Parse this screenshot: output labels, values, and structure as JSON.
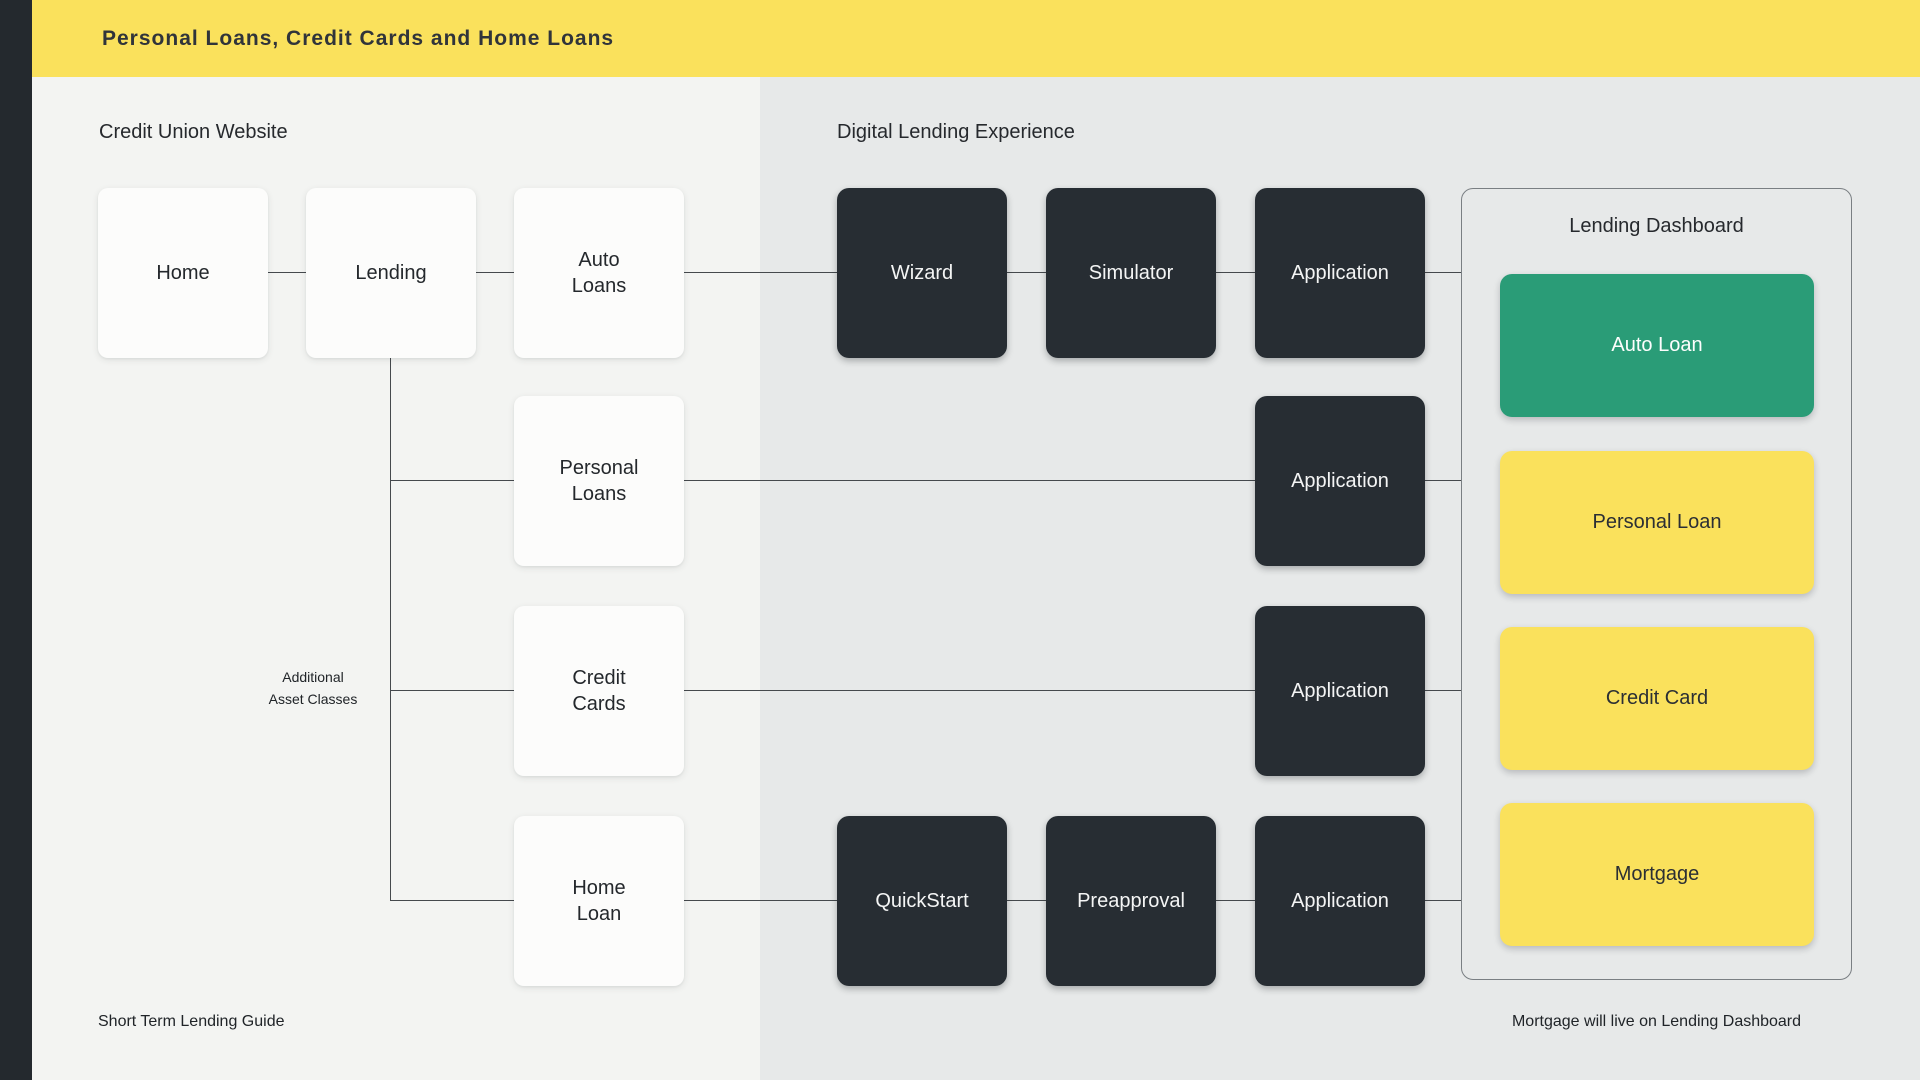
{
  "header": {
    "title": "Personal Loans, Credit Cards and Home Loans"
  },
  "colors": {
    "header_yellow": "#fae15c",
    "sidebar_dark": "#24292e",
    "node_dark": "#272d33",
    "card_green": "#2a9c77",
    "card_yellow": "#fae15c",
    "left_section_bg": "#f3f4f2",
    "right_section_bg": "#e7e9e9",
    "connector": "#45494d"
  },
  "sections": {
    "website": {
      "label": "Credit Union Website",
      "nodes": [
        {
          "label": "Home"
        },
        {
          "label": "Lending"
        },
        {
          "label": "Auto\nLoans"
        },
        {
          "label": "Personal\nLoans"
        },
        {
          "label": "Credit\nCards"
        },
        {
          "label": "Home\nLoan"
        }
      ]
    },
    "experience": {
      "label": "Digital Lending Experience",
      "nodes": [
        {
          "label": "Wizard"
        },
        {
          "label": "Simulator"
        },
        {
          "label": "Application"
        },
        {
          "label": "Application"
        },
        {
          "label": "Application"
        },
        {
          "label": "QuickStart"
        },
        {
          "label": "Preapproval"
        },
        {
          "label": "Application"
        }
      ]
    }
  },
  "dashboard": {
    "title": "Lending Dashboard",
    "cards": [
      {
        "label": "Auto Loan",
        "color": "#2a9c77"
      },
      {
        "label": "Personal Loan",
        "color": "#fae15c"
      },
      {
        "label": "Credit Card",
        "color": "#fae15c"
      },
      {
        "label": "Mortgage",
        "color": "#fae15c"
      }
    ]
  },
  "annotations": {
    "asset_classes": "Additional\nAsset Classes",
    "short_term_guide": "Short Term Lending Guide",
    "mortgage_note": "Mortgage will live on Lending Dashboard"
  }
}
